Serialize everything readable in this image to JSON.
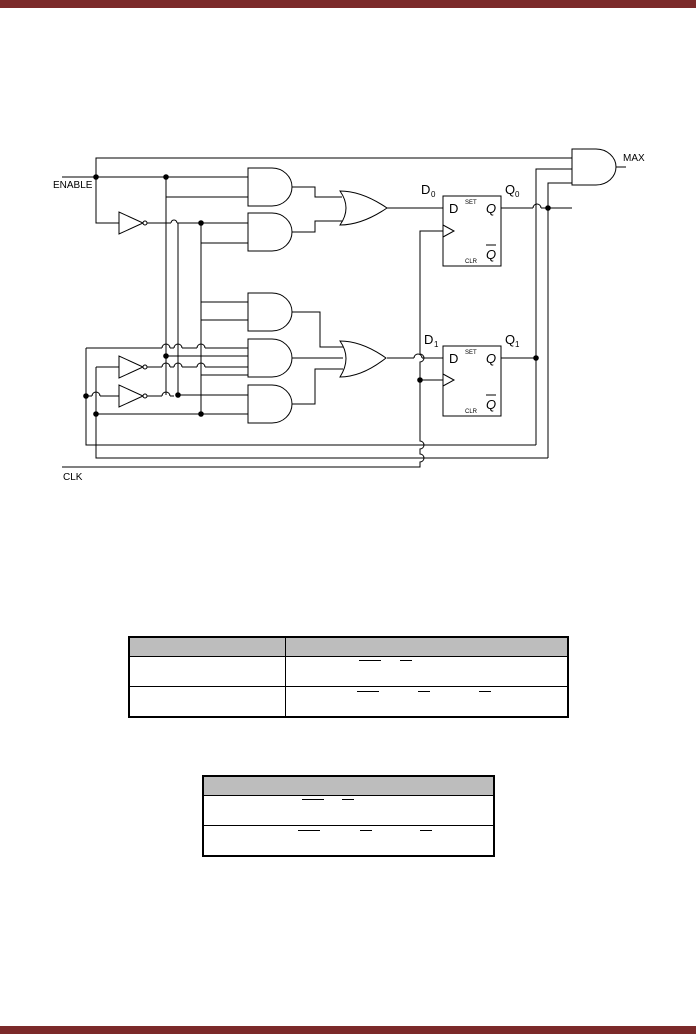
{
  "diagram": {
    "labels": {
      "enable": "ENABLE",
      "clk": "CLK",
      "max": "MAX",
      "d0_main": "D",
      "d0_sub": "0",
      "q0_main": "Q",
      "q0_sub": "0",
      "d1_main": "D",
      "d1_sub": "1",
      "q1_main": "Q",
      "q1_sub": "1",
      "ff_d": "D",
      "ff_q": "Q",
      "ff_qbar": "Q",
      "ff_set": "SET",
      "ff_clr": "CLR"
    }
  },
  "table1": {
    "header": [
      "",
      ""
    ],
    "rows": [
      [
        "",
        ""
      ],
      [
        "",
        ""
      ]
    ]
  },
  "table2": {
    "header": [
      ""
    ],
    "rows": [
      [
        ""
      ],
      [
        ""
      ]
    ]
  },
  "colors": {
    "accent_bar": "#7b2a2a",
    "table_header": "#bdbdbd"
  }
}
